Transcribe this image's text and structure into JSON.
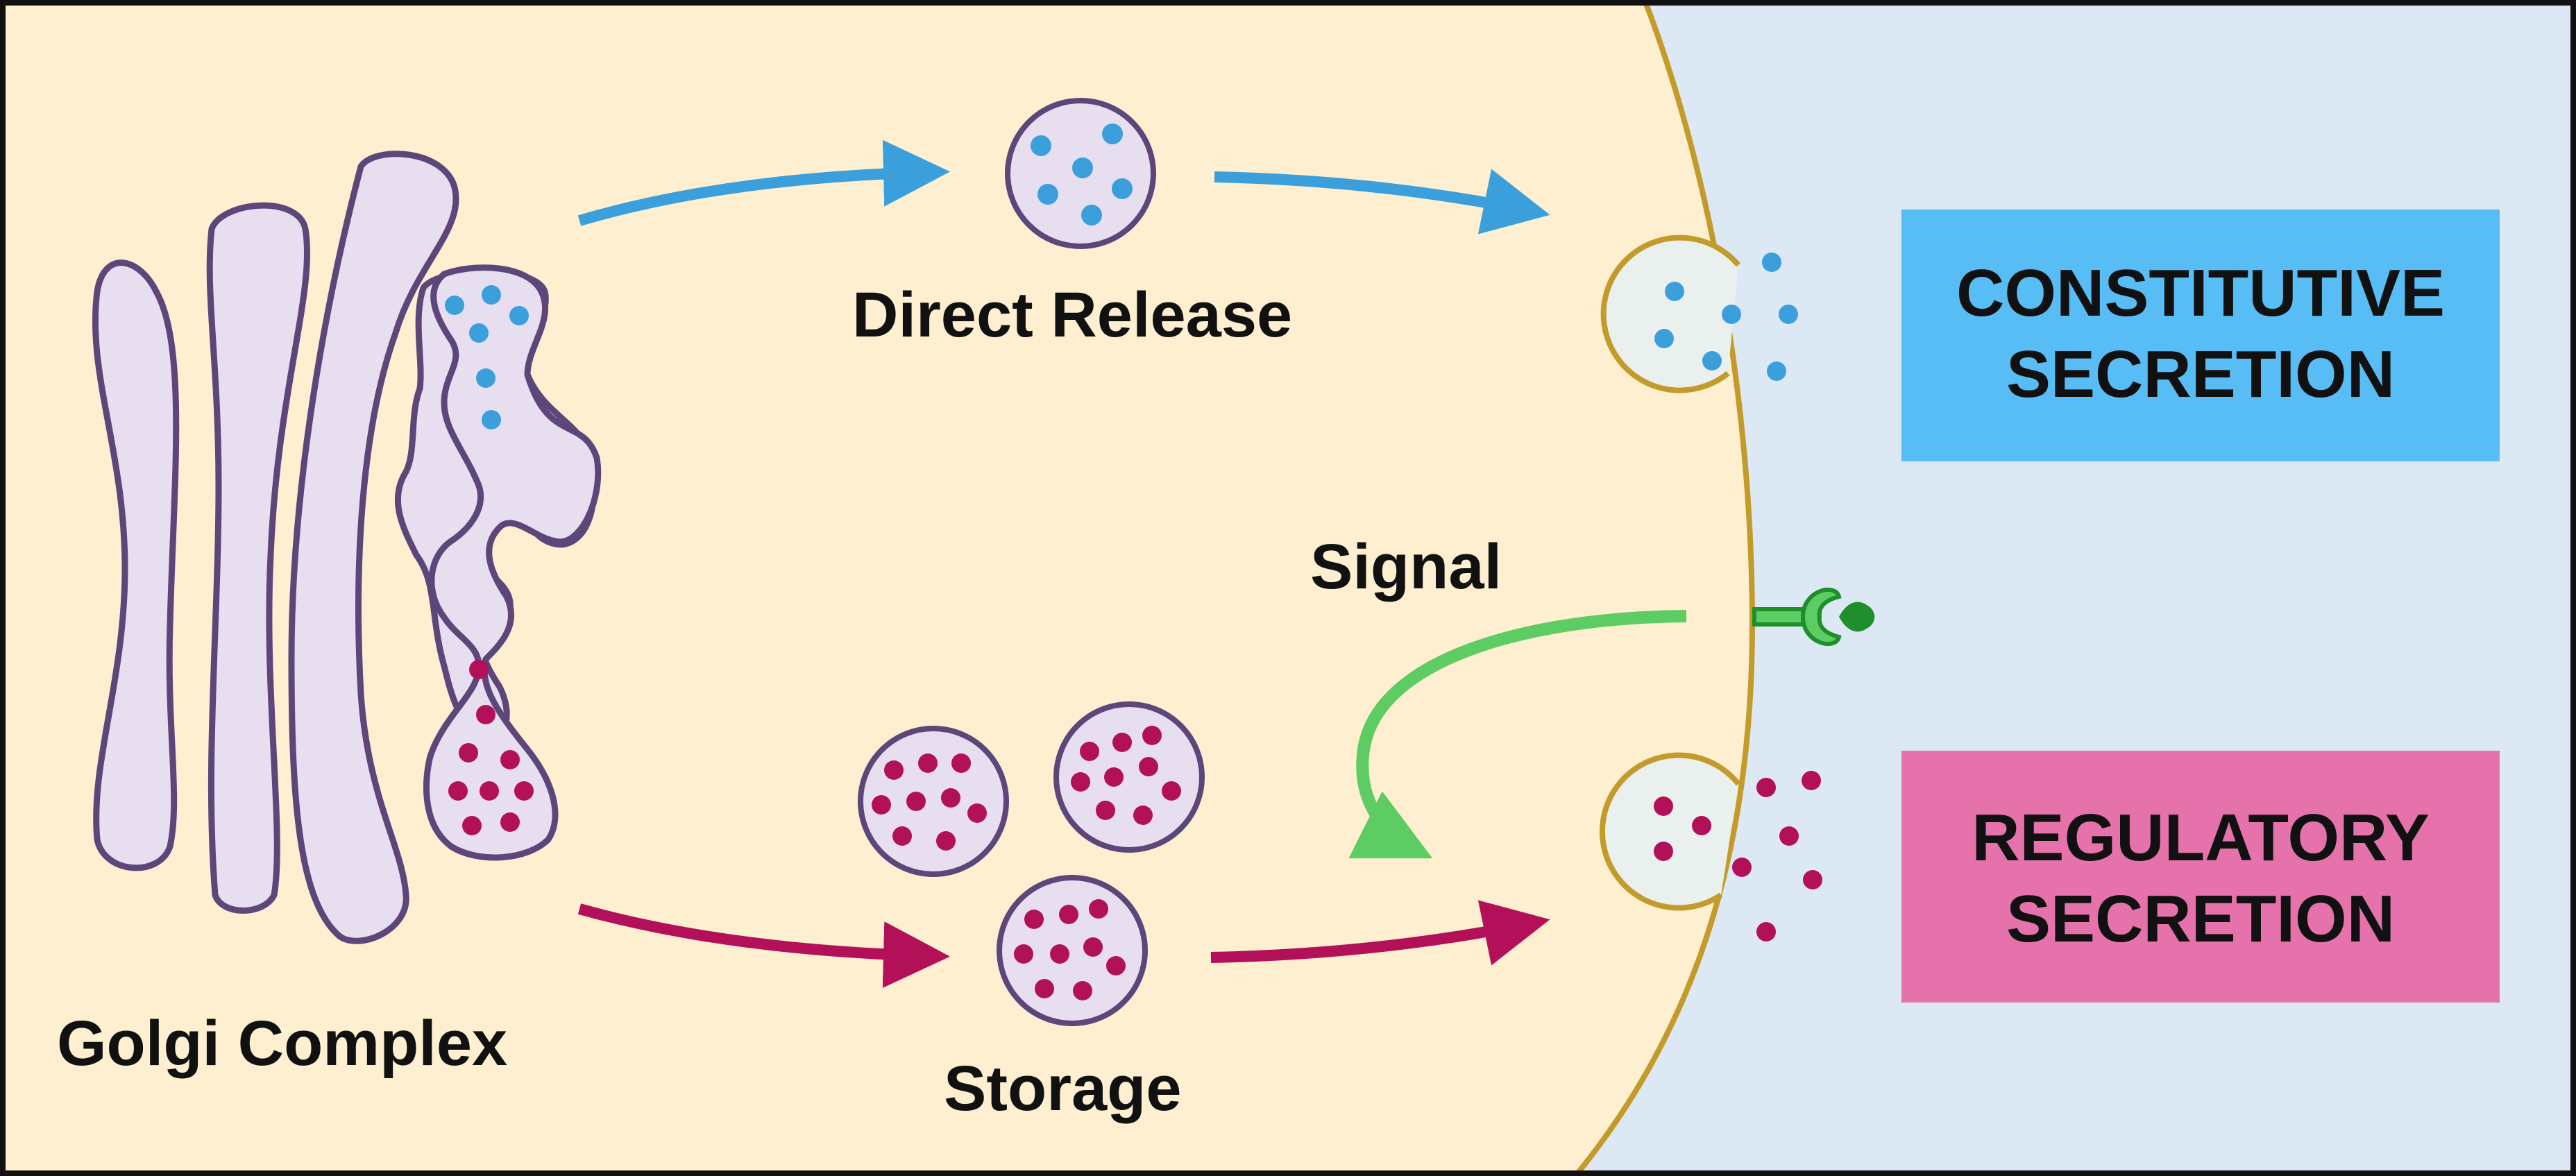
{
  "labels": {
    "direct_release": "Direct Release",
    "signal": "Signal",
    "golgi": "Golgi Complex",
    "storage": "Storage"
  },
  "boxes": {
    "constitutive": {
      "line1": "CONSTITUTIVE",
      "line2": "SECRETION"
    },
    "regulatory": {
      "line1": "REGULATORY",
      "line2": "SECRETION"
    }
  },
  "colors": {
    "cytoplasm": "#fdefcf",
    "extracellular": "#dde8f5",
    "membrane": "#c39b2a",
    "golgi_fill": "#e7def0",
    "golgi_stroke": "#5c467a",
    "constitutive_blue": "#3b9fdc",
    "constitutive_box": "#59bdf5",
    "regulatory_magenta": "#b3105a",
    "regulatory_box": "#e672ac",
    "signal_green": "#5ccc63",
    "receptor_green": "#1f8f2b"
  }
}
